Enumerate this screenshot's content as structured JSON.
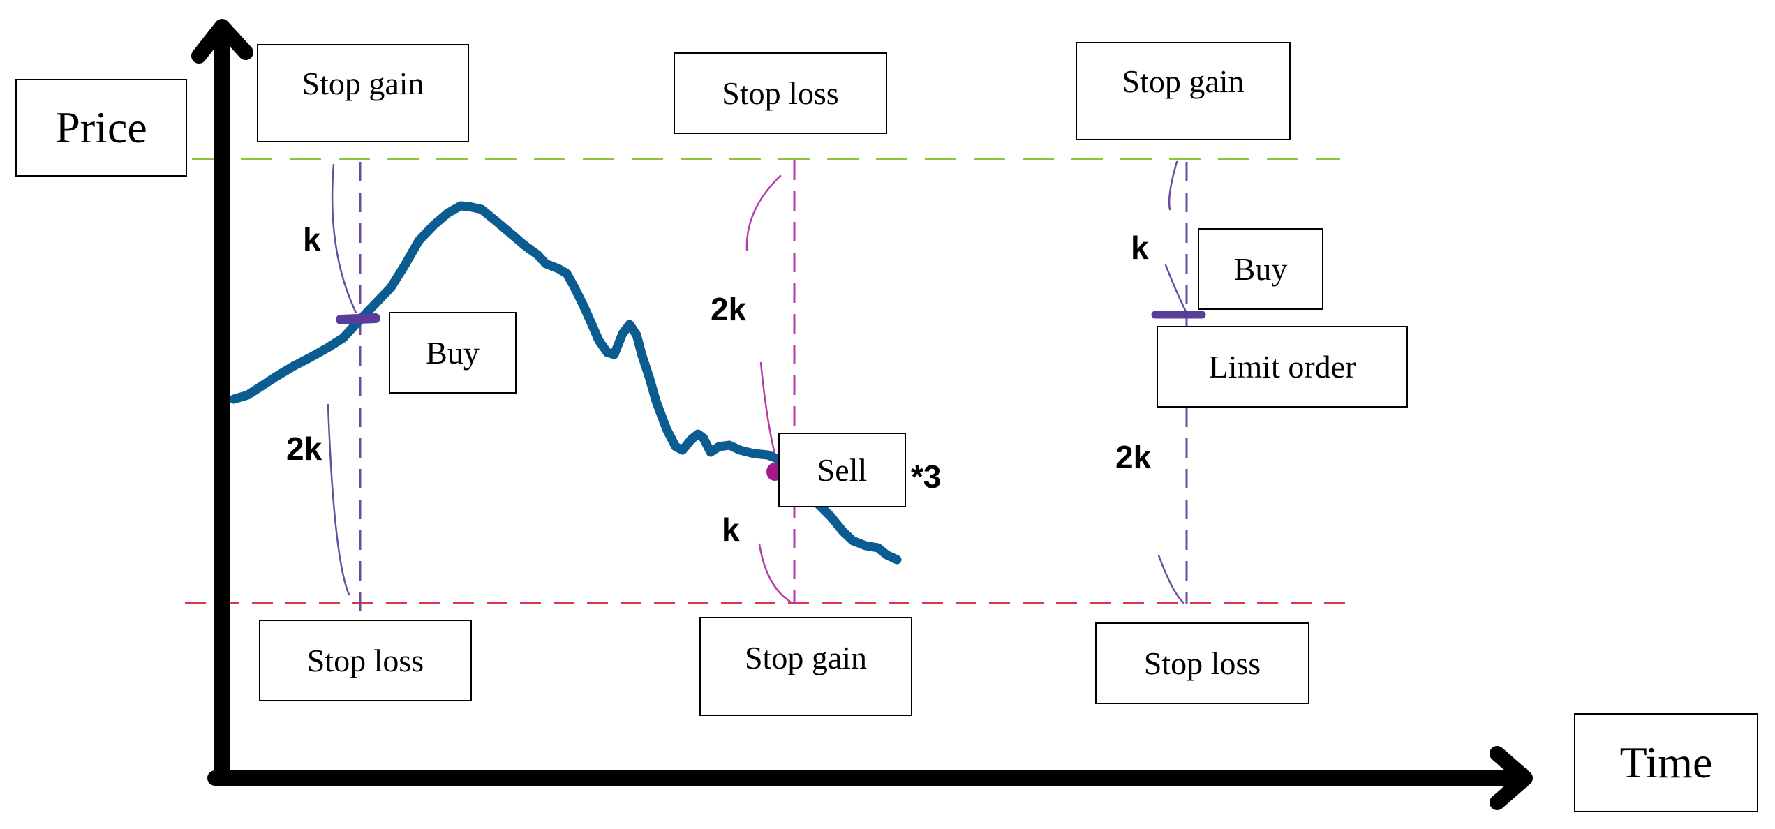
{
  "axes": {
    "y_label": "Price",
    "x_label": "Time"
  },
  "scenario_1": {
    "top_label": "Stop gain",
    "bottom_label": "Stop loss",
    "entry_label": "Buy",
    "upper_distance": "k",
    "lower_distance": "2k"
  },
  "scenario_2": {
    "top_label": "Stop loss",
    "bottom_label": "Stop gain",
    "entry_label": "Sell",
    "multiplier": "*3",
    "upper_distance": "2k",
    "lower_distance": "k"
  },
  "scenario_3": {
    "top_label": "Stop gain",
    "bottom_label": "Stop loss",
    "entry_label": "Buy",
    "order_label": "Limit order",
    "upper_distance": "k",
    "lower_distance": "2k"
  },
  "colors": {
    "axis": "#000000",
    "price_curve": "#0b5c91",
    "stop_gain_line": "#8cc43c",
    "stop_loss_line": "#d63a4a",
    "guide_line_left": "#6a4c9c",
    "guide_line_middle": "#b43ca8",
    "entry_marker_buy": "#5a3d9a",
    "entry_marker_sell": "#a01a8a"
  }
}
